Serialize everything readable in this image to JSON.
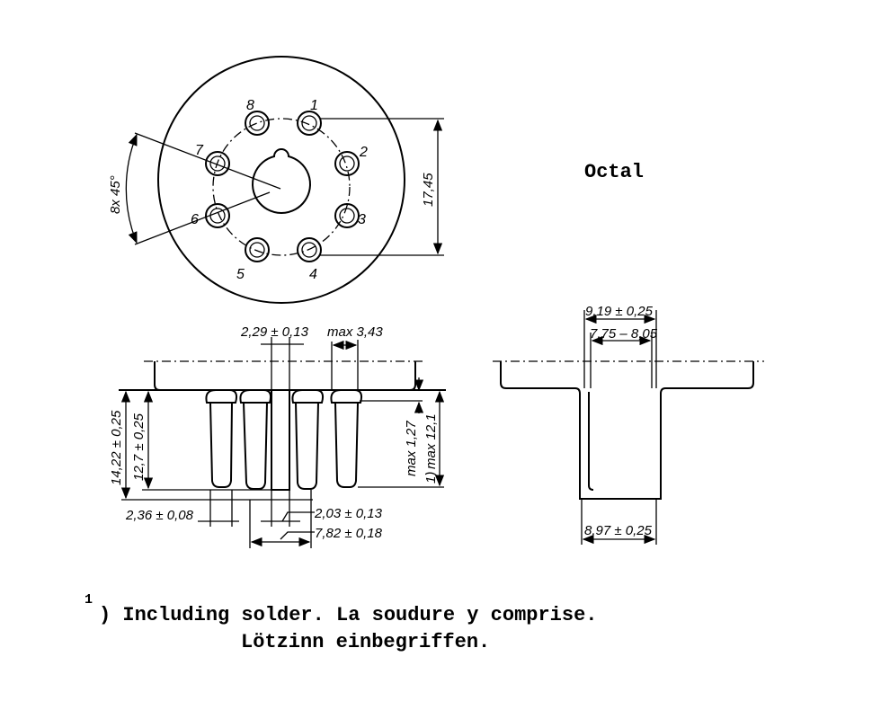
{
  "title": "Octal",
  "top_view": {
    "pin_labels": [
      "1",
      "2",
      "3",
      "4",
      "5",
      "6",
      "7",
      "8"
    ],
    "angle_dim": "8x 45°",
    "height_dim": "17,45"
  },
  "side_view_left": {
    "pin_pitch": "2,29 ± 0,13",
    "max_width": "max 3,43",
    "total_length": "14,22 ± 0,25",
    "pin_length": "12,7 ± 0,25",
    "max_solder": "max 1,27",
    "max_length": "max 12,1",
    "pin_diameter": "2,36 ± 0,08",
    "key_width": "2,03 ± 0,13",
    "key_span": "7,82 ± 0,18",
    "footnote_marker": "1)"
  },
  "side_view_right": {
    "top_dim": "9,19 ± 0,25",
    "range_dim": "7,75 – 8,05",
    "bottom_dim": "8,97 ± 0,25"
  },
  "footnote": {
    "marker": "1",
    "line1": ") Including solder. La soudure y comprise.",
    "line2": "Lötzinn einbegriffen."
  }
}
